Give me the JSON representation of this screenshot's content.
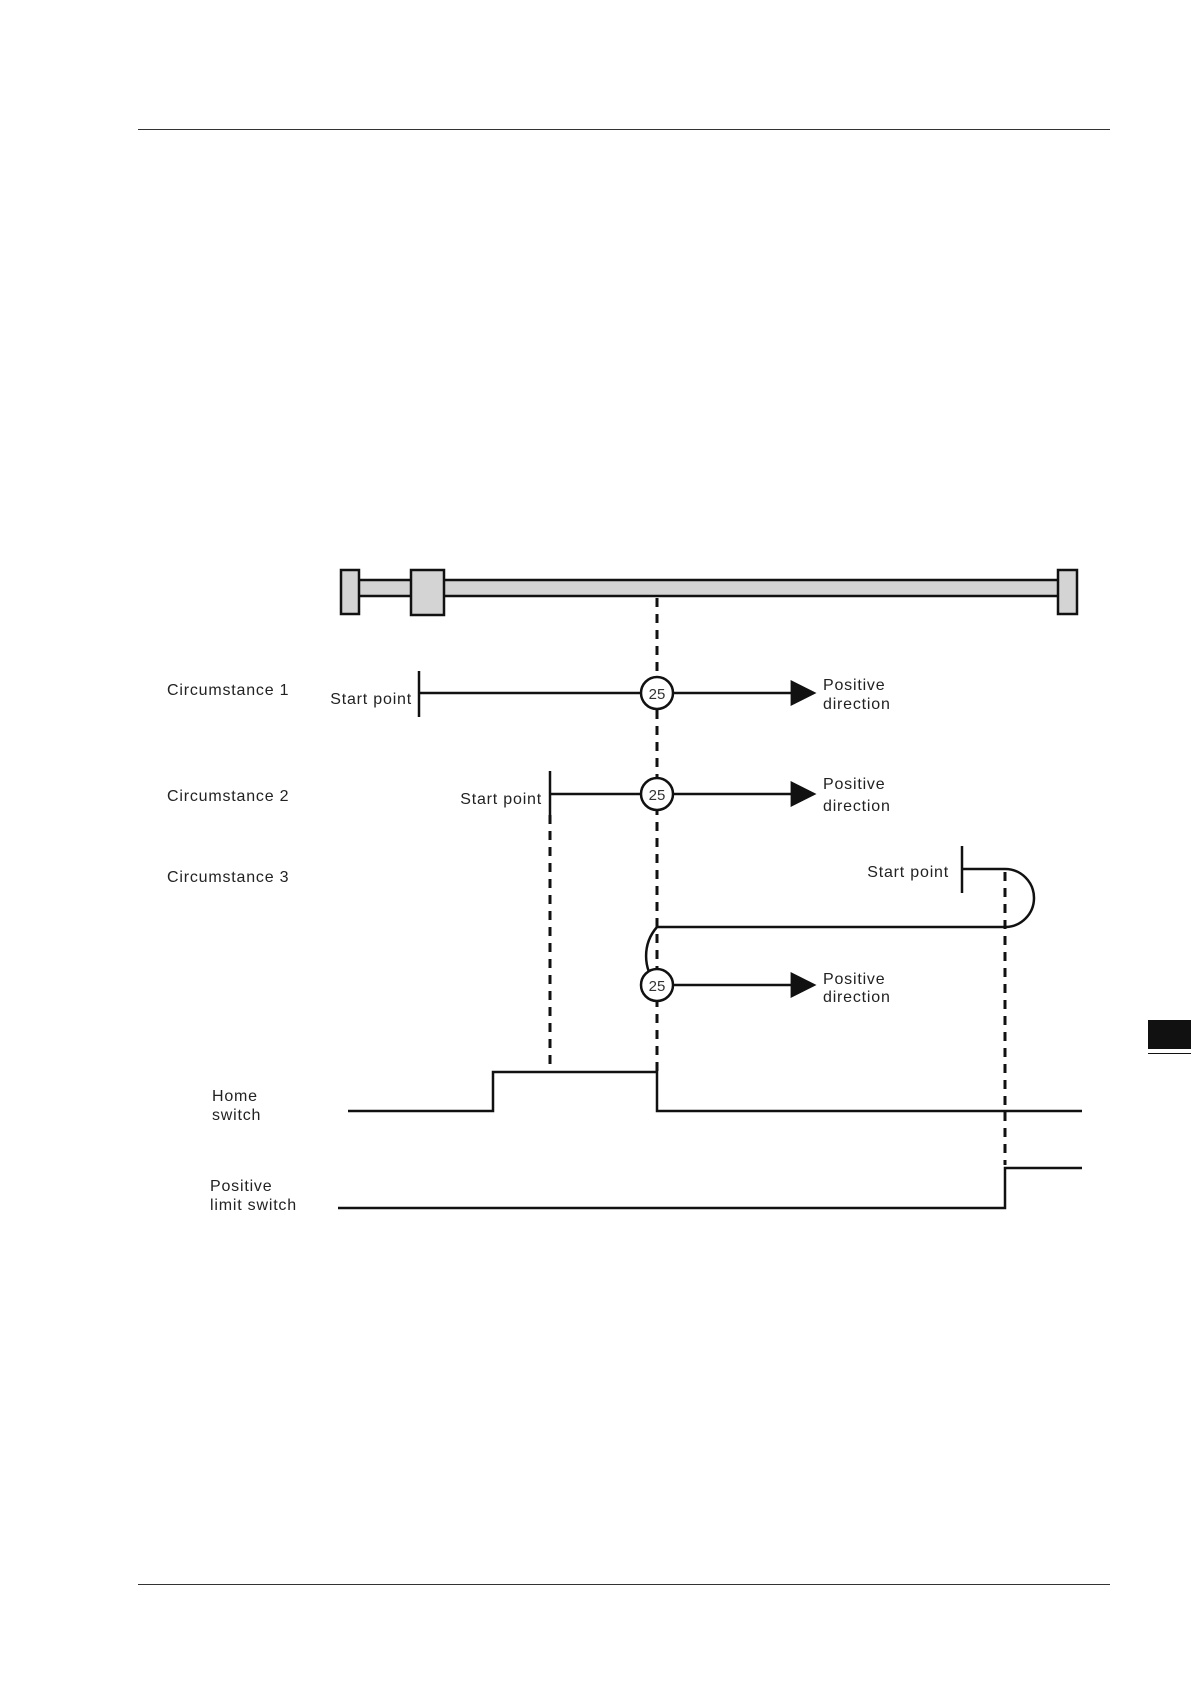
{
  "labels": {
    "circumstance_1": "Circumstance 1",
    "circumstance_2": "Circumstance 2",
    "circumstance_3": "Circumstance 3",
    "start_point": "Start point",
    "positive_direction_line1": "Positive",
    "positive_direction_line2": "direction",
    "home_switch_line1": "Home",
    "home_switch_line2": "switch",
    "positive_limit_line1": "Positive",
    "positive_limit_line2": "limit switch",
    "homing_marker": "25"
  },
  "colors": {
    "rail_fill": "#d4d4d4",
    "line": "#111111",
    "side_tab": "#111111"
  }
}
